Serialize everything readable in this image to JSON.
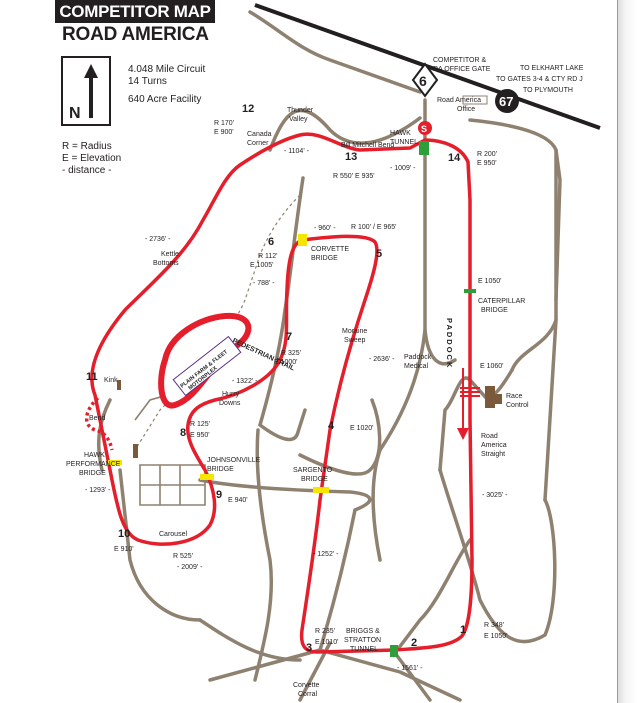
{
  "header": {
    "title": "COMPETITOR MAP",
    "subtitle": "ROAD AMERICA"
  },
  "north_label": "N",
  "facts": [
    "4.048  Mile Circuit",
    "14 Turns",
    "640 Acre Facility"
  ],
  "legend": [
    "R = Radius",
    "E = Elevation",
    "- distance -"
  ],
  "highways": {
    "route_6": "6",
    "route_67": "67",
    "gate_label": [
      "COMPETITOR &",
      "RA OFFICE GATE"
    ],
    "to_elkhart": "TO ELKHART LAKE",
    "to_gates": "TO GATES 3-4 & CTY RD J",
    "to_plymouth": "TO PLYMOUTH",
    "office": [
      "Road America",
      "Office"
    ]
  },
  "turns": [
    "1",
    "2",
    "3",
    "4",
    "5",
    "6",
    "7",
    "8",
    "9",
    "10",
    "11",
    "12",
    "13",
    "14"
  ],
  "start_marker": "S",
  "places": {
    "thunder_valley": [
      "Thunder",
      "Valley"
    ],
    "canada_corner": [
      "Canada",
      "Corner"
    ],
    "bill_mitchell_bend": "Bill Mitchell Bend",
    "hawk_tunnel": [
      "HAWK",
      "TUNNEL"
    ],
    "kettle_bottoms": [
      "Kettle",
      "Bottoms"
    ],
    "corvette_bridge": [
      "CORVETTE",
      "BRIDGE"
    ],
    "caterpillar_bridge": [
      "CATERPILLAR",
      "BRIDGE"
    ],
    "moraine_sweep": [
      "Moraine",
      "Sweep"
    ],
    "paddock": "PADDOCK",
    "paddock_medical": [
      "Paddock",
      "Medical"
    ],
    "race_control": [
      "Race",
      "Control"
    ],
    "road_america_straight": [
      "Road",
      "America",
      "Straight"
    ],
    "pedestrian_trail": "PEDESTRIAN TRAIL",
    "plain_farm": [
      "PLAIN FARM & FLEET",
      "MOTORPLEX"
    ],
    "hurry_downs": [
      "Hurry",
      "Downs"
    ],
    "kink": "Kink",
    "bend": "Bend",
    "hawk_performance_bridge": [
      "HAWK",
      "PERFORMANCE",
      "BRIDGE"
    ],
    "johnsonville_bridge": [
      "JOHNSONVILLE",
      "BRIDGE"
    ],
    "sargento_bridge": [
      "SARGENTO",
      "BRIDGE"
    ],
    "carousel": "Carousel",
    "briggs_tunnel": [
      "BRIGGS &",
      "STRATTON",
      "TUNNEL"
    ],
    "corvette_corral": [
      "Corvette",
      "Corral"
    ]
  },
  "specs": {
    "t12": [
      "R 170'",
      "E 900'"
    ],
    "d_1104": "- 1104' -",
    "t13": "R 550' E 935'",
    "d_1009": "- 1009' -",
    "t14": [
      "R 200'",
      "E 950'"
    ],
    "d_2736": "- 2736' -",
    "d_960": "- 960' -",
    "t5": "R 100' / E 965'",
    "t6": [
      "R 112'",
      "E 1005'"
    ],
    "d_788": "- 788' -",
    "e_1050_a": "E 1050'",
    "t7": [
      "R 325'",
      "E 1000'"
    ],
    "d_2636": "- 2636' -",
    "e_1060": "E 1060'",
    "d_1322": "- 1322' -",
    "t8": [
      "R 125'",
      "E 950'"
    ],
    "e_1020": "E 1020'",
    "d_1293": "- 1293' -",
    "e_940": "E 940'",
    "d_3025": "- 3025' -",
    "t10": "E 910'",
    "t10_r": "R 525'",
    "d_2009": "- 2009' -",
    "d_1252": "- 1252' -",
    "t3": [
      "R 235'",
      "E 1010'"
    ],
    "t1": [
      "R 348'",
      "E 1050'"
    ],
    "d_1561": "- 1561' -"
  },
  "colors": {
    "track": "#e41e2b",
    "road": "#8f8170",
    "ink": "#231f20",
    "bridge": "#f6e500",
    "tunnel": "#2e9e3a"
  }
}
